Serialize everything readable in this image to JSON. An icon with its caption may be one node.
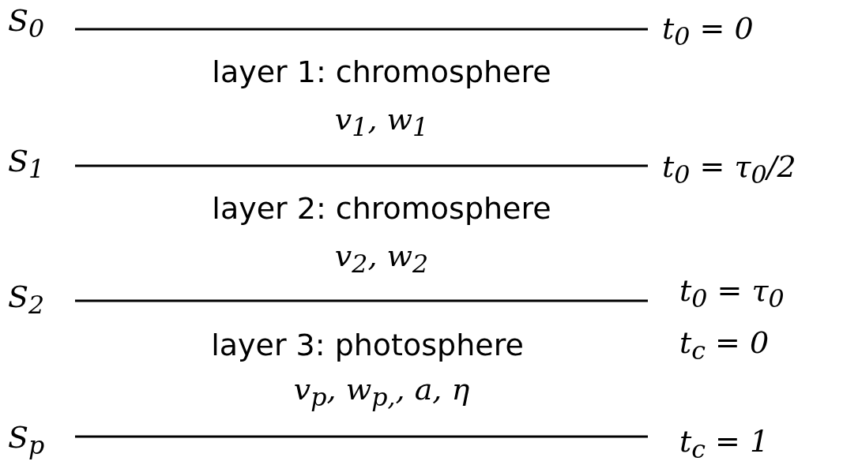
{
  "diagram": {
    "labels": [
      "S$_{0}$",
      "t$_{0}$ = 0",
      "layer 1: chromosphere",
      "v$_{1}$, w$_{1}$",
      "S$_{1}$",
      "t$_{0}$ = τ$_{0}$/2",
      "layer 2: chromosphere",
      "v$_{2}$, w$_{2}$",
      "S$_{2}$",
      "t$_{0}$ = τ$_{0}$",
      "layer 3: photosphere",
      "t$_{c}$ = 0",
      "v$_{p}$, w$_{p,}$, a, η",
      "S$_{p}$",
      "t$_{c}$ = 1"
    ]
  }
}
